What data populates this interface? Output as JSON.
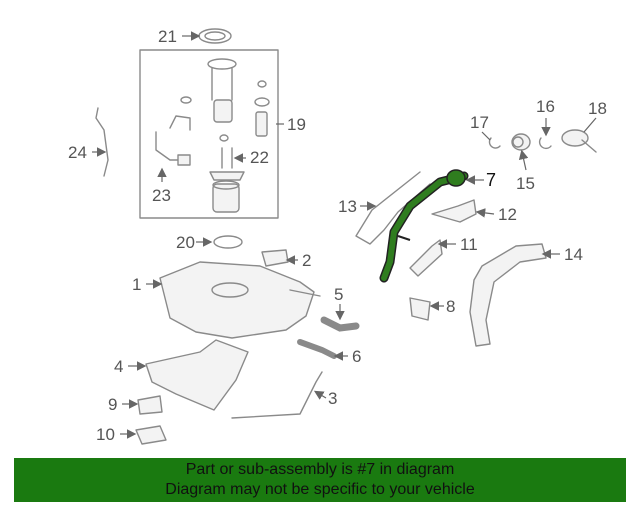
{
  "diagram": {
    "highlight_color": "#2f7d1f",
    "callouts": [
      {
        "id": "label-21",
        "text": "21"
      },
      {
        "id": "label-19",
        "text": "19"
      },
      {
        "id": "label-22",
        "text": "22"
      },
      {
        "id": "label-23",
        "text": "23"
      },
      {
        "id": "label-24",
        "text": "24"
      },
      {
        "id": "label-17",
        "text": "17"
      },
      {
        "id": "label-16",
        "text": "16"
      },
      {
        "id": "label-18",
        "text": "18"
      },
      {
        "id": "label-15",
        "text": "15"
      },
      {
        "id": "label-7",
        "text": "7"
      },
      {
        "id": "label-13",
        "text": "13"
      },
      {
        "id": "label-12",
        "text": "12"
      },
      {
        "id": "label-11",
        "text": "11"
      },
      {
        "id": "label-14",
        "text": "14"
      },
      {
        "id": "label-20",
        "text": "20"
      },
      {
        "id": "label-2",
        "text": "2"
      },
      {
        "id": "label-1",
        "text": "1"
      },
      {
        "id": "label-5",
        "text": "5"
      },
      {
        "id": "label-8",
        "text": "8"
      },
      {
        "id": "label-6",
        "text": "6"
      },
      {
        "id": "label-4",
        "text": "4"
      },
      {
        "id": "label-3",
        "text": "3"
      },
      {
        "id": "label-9",
        "text": "9"
      },
      {
        "id": "label-10",
        "text": "10"
      }
    ]
  },
  "banner": {
    "background": "#1a7a10",
    "line1": "Part or sub-assembly is #7 in diagram",
    "line2": "Diagram may not be specific to your vehicle"
  }
}
